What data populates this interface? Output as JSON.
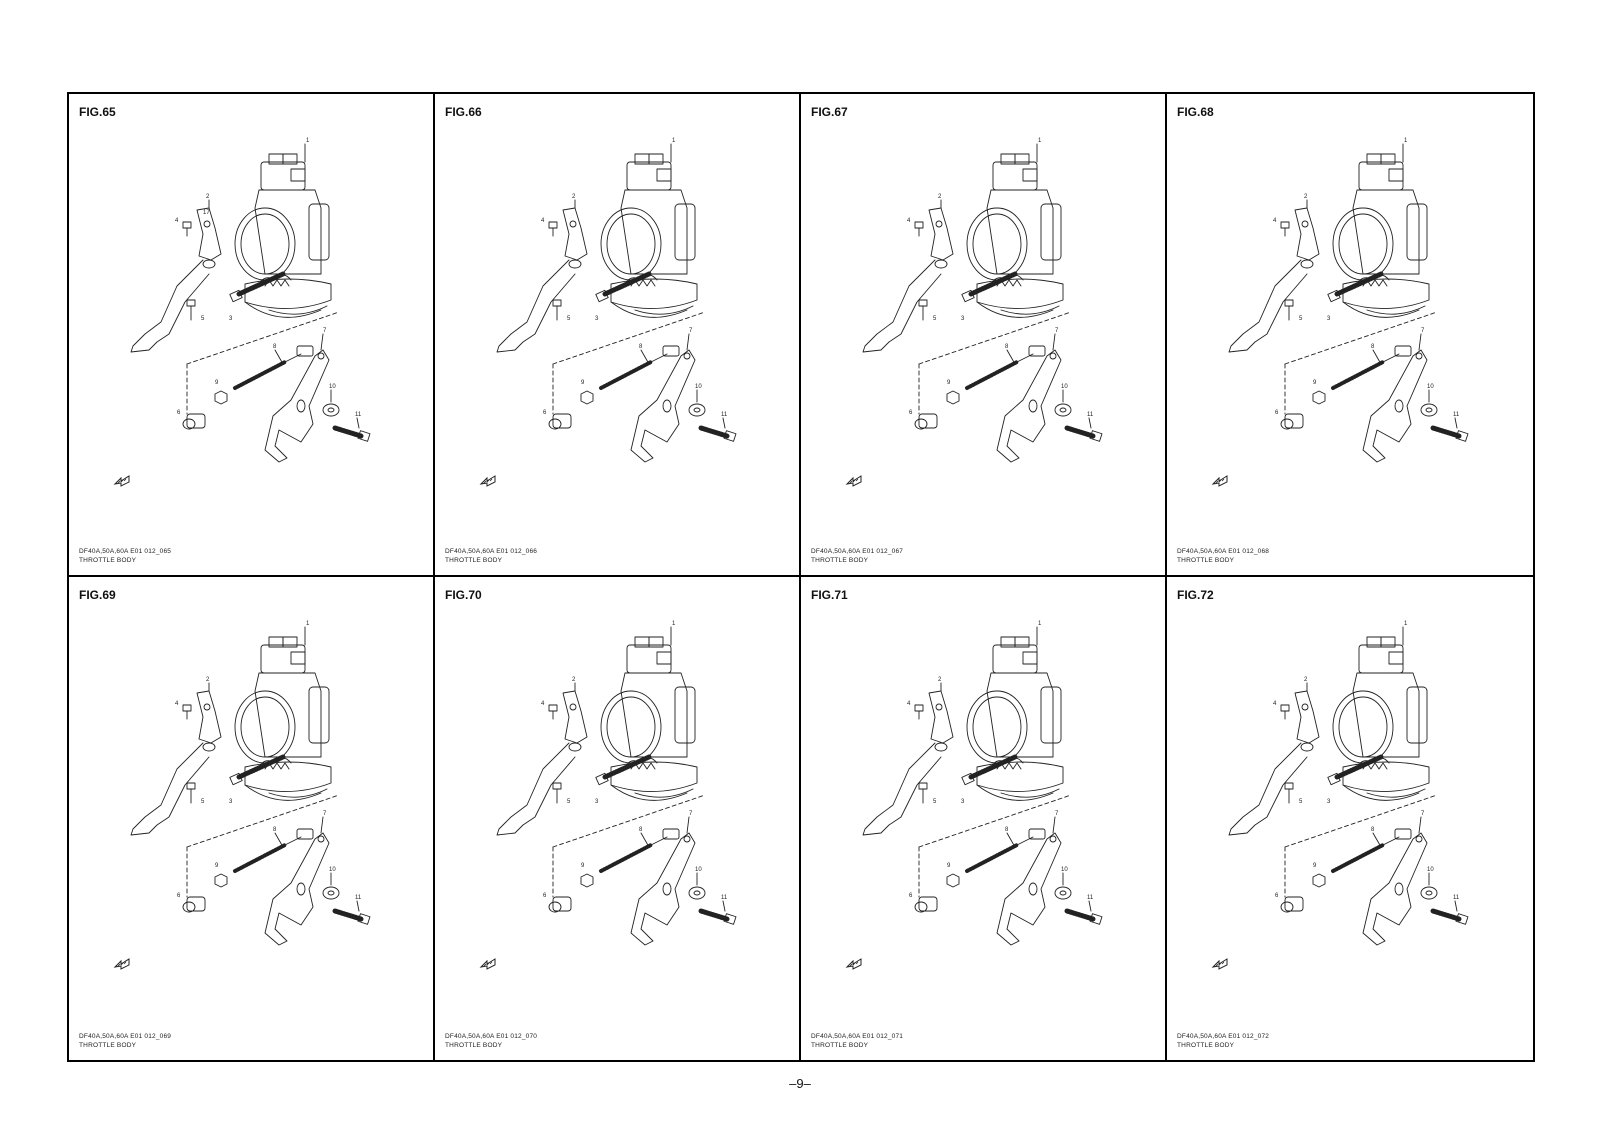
{
  "figures": [
    {
      "title": "FIG.65",
      "code": "DF40A,50A,60A E01 012_065",
      "name": "THROTTLE BODY",
      "callouts": [
        "1",
        "2",
        "4",
        "17",
        "5",
        "3",
        "6",
        "7",
        "9",
        "8",
        "10",
        "11"
      ]
    },
    {
      "title": "FIG.66",
      "code": "DF40A,50A,60A E01 012_066",
      "name": "THROTTLE BODY",
      "callouts": [
        "1",
        "2",
        "4",
        "",
        "5",
        "3",
        "6",
        "7",
        "9",
        "8",
        "10",
        "11"
      ]
    },
    {
      "title": "FIG.67",
      "code": "DF40A,50A,60A E01 012_067",
      "name": "THROTTLE BODY",
      "callouts": [
        "1",
        "2",
        "4",
        "",
        "5",
        "3",
        "6",
        "7",
        "9",
        "8",
        "10",
        "11"
      ]
    },
    {
      "title": "FIG.68",
      "code": "DF40A,50A,60A E01 012_068",
      "name": "THROTTLE BODY",
      "callouts": [
        "1",
        "2",
        "4",
        "",
        "5",
        "3",
        "6",
        "7",
        "9",
        "8",
        "10",
        "11"
      ]
    },
    {
      "title": "FIG.69",
      "code": "DF40A,50A,60A E01 012_069",
      "name": "THROTTLE BODY",
      "callouts": [
        "1",
        "2",
        "4",
        "",
        "5",
        "3",
        "6",
        "7",
        "9",
        "8",
        "10",
        "11"
      ]
    },
    {
      "title": "FIG.70",
      "code": "DF40A,50A,60A E01 012_070",
      "name": "THROTTLE BODY",
      "callouts": [
        "1",
        "2",
        "4",
        "",
        "5",
        "3",
        "6",
        "7",
        "9",
        "8",
        "10",
        "11"
      ]
    },
    {
      "title": "FIG.71",
      "code": "DF40A,50A,60A E01 012_071",
      "name": "THROTTLE BODY",
      "callouts": [
        "1",
        "2",
        "4",
        "",
        "5",
        "3",
        "6",
        "7",
        "9",
        "8",
        "10",
        "11"
      ]
    },
    {
      "title": "FIG.72",
      "code": "DF40A,50A,60A E01 012_072",
      "name": "THROTTLE BODY",
      "callouts": [
        "1",
        "2",
        "4",
        "",
        "5",
        "3",
        "6",
        "7",
        "9",
        "8",
        "10",
        "11"
      ]
    }
  ],
  "page_number": "–9–",
  "icons": {
    "front_arrow": "front-direction-arrow-icon"
  }
}
